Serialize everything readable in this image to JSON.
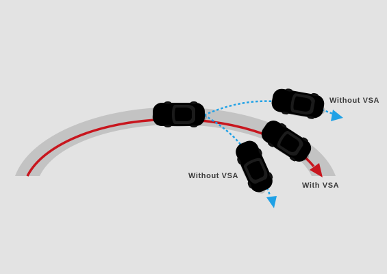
{
  "labels": {
    "without_vsa_right": "Without VSA",
    "without_vsa_left": "Without VSA",
    "with_vsa": "With VSA"
  },
  "colors": {
    "background": "#e3e3e3",
    "road": "#c3c3c3",
    "with_vsa_path": "#c8161e",
    "without_vsa_path": "#1fa1e6",
    "red_car": "#a3121d",
    "white_car": "#f2f2f2",
    "label_text": "#3a3a3a"
  },
  "icons": [
    "red-car-icon",
    "white-car-icon",
    "arrowhead-icon"
  ]
}
